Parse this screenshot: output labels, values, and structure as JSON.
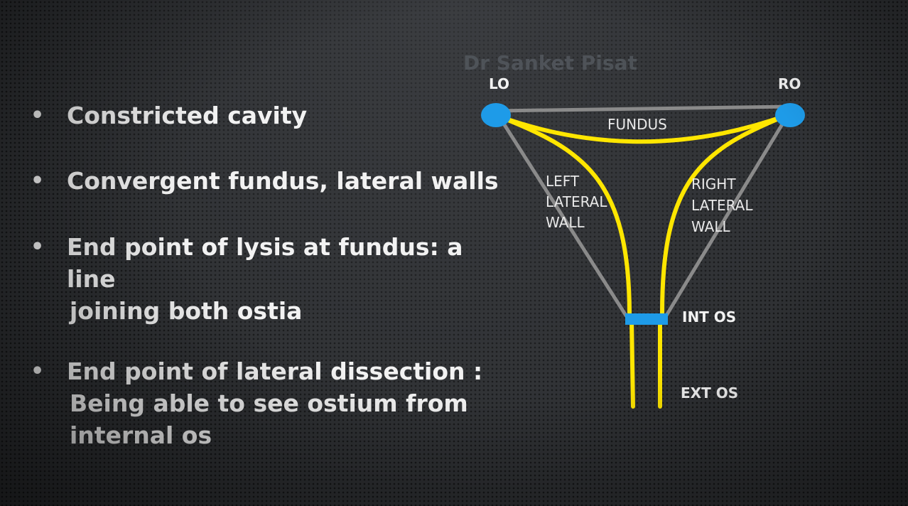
{
  "bullets": [
    {
      "lines": [
        "Constricted cavity"
      ]
    },
    {
      "lines": [
        "Convergent fundus, lateral walls"
      ]
    },
    {
      "lines": [
        "End point of lysis at fundus: a line",
        "joining both ostia"
      ]
    },
    {
      "lines": [
        "End point of lateral dissection :",
        "Being able to see ostium from",
        "internal os"
      ]
    }
  ],
  "bullet_symbol": "•",
  "diagram": {
    "watermark": "Dr Sanket Pisat",
    "labels": {
      "left_ostium": "LO",
      "right_ostium": "RO",
      "fundus": "FUNDUS",
      "left_wall": [
        "LEFT",
        "LATERAL",
        "WALL"
      ],
      "right_wall": [
        "RIGHT",
        "LATERAL",
        "WALL"
      ],
      "internal_os": "INT OS",
      "external_os": "EXT OS"
    },
    "colors": {
      "cavity_outline": "#ffe600",
      "reference_lines": "#8a8a8a",
      "ostia": "#1e9be8",
      "internal_os_marker": "#1e9be8"
    }
  }
}
